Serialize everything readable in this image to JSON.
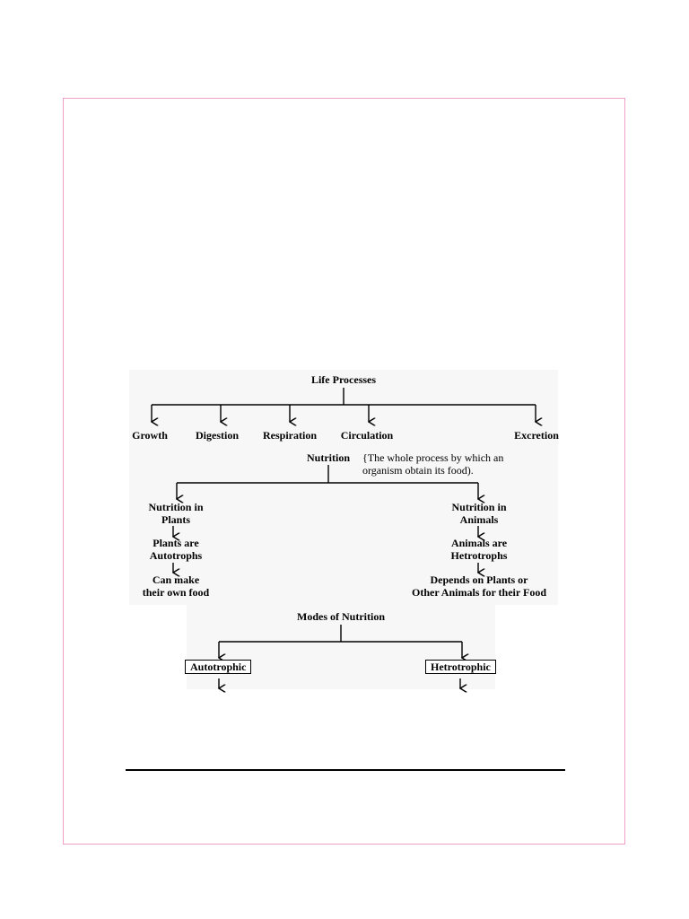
{
  "diagram": {
    "root": "Life Processes",
    "processes": [
      "Growth",
      "Digestion",
      "Respiration",
      "Circulation",
      "Excretion"
    ],
    "nutrition": {
      "label": "Nutrition",
      "note": "{The whole process by which an\norganism obtain its food)."
    },
    "plants": {
      "title": "Nutrition in\nPlants",
      "fact": "Plants are\nAutotrophs",
      "detail": "Can make\ntheir own food"
    },
    "animals": {
      "title": "Nutrition in\nAnimals",
      "fact": "Animals are\nHetrotrophs",
      "detail": "Depends on Plants or\nOther Animals for their Food"
    },
    "modes": {
      "title": "Modes of Nutrition",
      "left": "Autotrophic",
      "right": "Hetrotrophic"
    }
  }
}
